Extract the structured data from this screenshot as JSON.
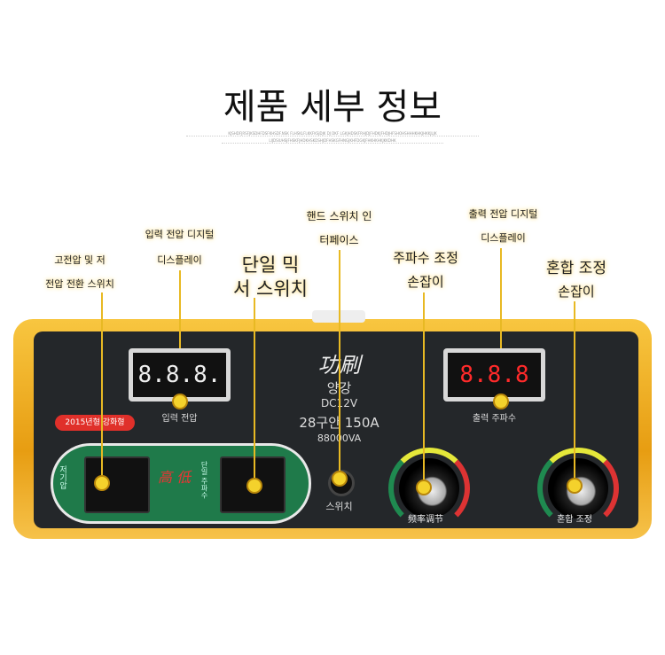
{
  "title": "제품 세부 정보",
  "subtitle_lines": [
    "KJSHDFJRSFJKSDHFDSFKHSDF.NSK FLHSKLFLKKFKSJDJK DJ DKF LGKJHDSKFRHJDJFHDKJFHDJHFSHOHSHHHKHKJHKKJLJK",
    "LIJDSIUHSJFHSKFJHDKHSKDSHJDFHSKGFHNGJKHFDGKJFHKHKHKJKKDHK"
  ],
  "callouts": {
    "hv_switch": [
      "고전압 및 저",
      "전압 전환 스위치"
    ],
    "input_display": [
      "입력 전압 디지털",
      "디스플레이"
    ],
    "mix_switch": [
      "단일 믹",
      "서 스위치"
    ],
    "hand_switch": [
      "핸드 스위치 인",
      "터페이스"
    ],
    "freq_knob": [
      "주파수 조정",
      "손잡이"
    ],
    "output_display": [
      "출력 전압 디지털",
      "디스플레이"
    ],
    "mix_knob": [
      "혼합 조정",
      "손잡이"
    ]
  },
  "panel": {
    "input_display_value": "8.8.8.",
    "input_display_label": "입력 전압",
    "output_display_value": "8.8.8",
    "output_display_label": "출력 주파수",
    "badge": "2015년형 강화형",
    "brand_logo": "功刷",
    "brand": "양강",
    "voltage": "DC12V",
    "model": "28구안 150A",
    "power": "88000VA",
    "switch_left_label": "저기압",
    "switch_right_label": "단일 주파수",
    "jack_label": "스위치",
    "freq_knob_label": "频率调节",
    "mix_knob_label": "혼합 조정"
  },
  "colors": {
    "frame": "#f2b62a",
    "panel": "#24272a",
    "green": "#1f7a4a",
    "accent": "#f4d22c",
    "badge": "#e0302a"
  }
}
